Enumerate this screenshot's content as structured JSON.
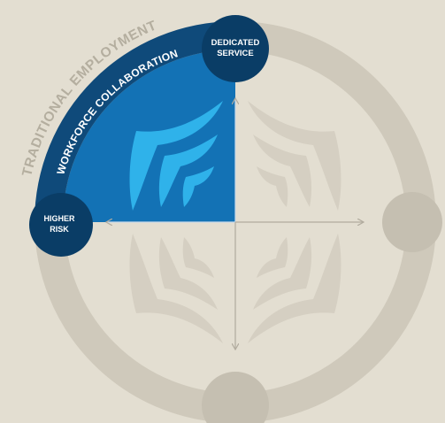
{
  "diagram": {
    "outer_label": "TRADITIONAL EMPLOYMENT",
    "inner_label": "WORKFORCE COLLABORATION",
    "nodes": {
      "top": {
        "line1": "DEDICATED",
        "line2": "SERVICE"
      },
      "left": {
        "line1": "HIGHER",
        "line2": "RISK"
      }
    },
    "highlighted_quadrant": "top-left"
  },
  "colors": {
    "background": "#e3ded1",
    "ring": "#cfc9bb",
    "ring_node": "#c5bfb1",
    "quadrant_blue": "#1372b5",
    "band_dark": "#0f4a7a",
    "node_dark": "#0a3d66",
    "accent_light": "#2fb2ea",
    "axis": "#b1ab9e",
    "muted_shape": "#d5cfc2",
    "outer_text": "#b4ae9f"
  }
}
